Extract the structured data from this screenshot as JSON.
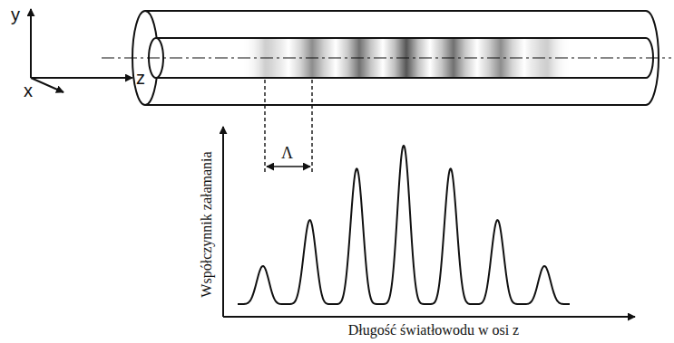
{
  "diagram": {
    "labels": [
      "y",
      "z",
      "x",
      "Λ",
      "Współczynnik załamania",
      "Długość światłowodu w osi z"
    ]
  }
}
